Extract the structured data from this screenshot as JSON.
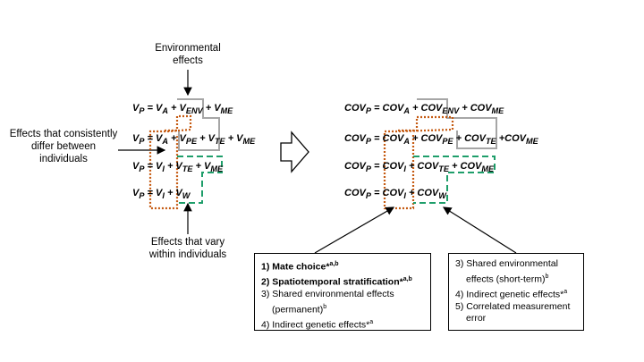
{
  "labels": {
    "environmental": "Environmental effects",
    "consistent": "Effects that consistently differ between individuals",
    "within": "Effects that vary within individuals"
  },
  "left_equations": {
    "eq1": {
      "lhs": "V",
      "lhs_sub": "P",
      "rhs": "= V",
      "a_sub": "A",
      "plus1": " + V",
      "env_sub": "ENV",
      "plus2": " + V",
      "me_sub": "ME"
    },
    "eq2": {
      "lhs": "V",
      "lhs_sub": "P",
      "rhs": "= V",
      "a_sub": "A",
      "plus1": " + V",
      "pe_sub": "PE",
      "plus2": " + V",
      "te_sub": "TE",
      "plus3": " + V",
      "me_sub": "ME"
    },
    "eq3": {
      "lhs": "V",
      "lhs_sub": "P",
      "rhs": "= V",
      "i_sub": "I",
      "plus1": " + V",
      "te_sub": "TE",
      "plus2": " + V",
      "me_sub": "ME"
    },
    "eq4": {
      "lhs": "V",
      "lhs_sub": "P",
      "rhs": "= V",
      "i_sub": "I",
      "plus1": " + V",
      "w_sub": "W"
    }
  },
  "right_equations": {
    "eq1": {
      "lhs": "COV",
      "lhs_sub": "P",
      "rhs": "= COV",
      "a_sub": "A",
      "plus1": " + COV",
      "env_sub": "ENV",
      "plus2": " + COV",
      "me_sub": "ME"
    },
    "eq2": {
      "lhs": "COV",
      "lhs_sub": "P",
      "rhs": "= COV",
      "a_sub": "A",
      "plus1": " + COV",
      "pe_sub": "PE",
      "plus2": " + COV",
      "te_sub": "TE",
      "plus3": " +COV",
      "me_sub": "ME"
    },
    "eq3": {
      "lhs": "COV",
      "lhs_sub": "P",
      "rhs": "= COV",
      "i_sub": "I",
      "plus1": " + COV",
      "te_sub": "TE",
      "plus2": " + COV",
      "me_sub": "ME"
    },
    "eq4": {
      "lhs": "COV",
      "lhs_sub": "P",
      "rhs": "= COV",
      "i_sub": "I",
      "plus1": " + COV",
      "w_sub": "W"
    }
  },
  "box_left": {
    "items": [
      {
        "text": "1)  Mate choice*",
        "sup": "a,b"
      },
      {
        "text": "2)  Spatiotemporal stratification*",
        "sup": "a,b"
      },
      {
        "text": "3)  Shared environmental effects",
        "sup": ""
      },
      {
        "text": "(permanent)",
        "sup": "b"
      },
      {
        "text": "4)  Indirect genetic effects*",
        "sup": "a"
      }
    ]
  },
  "box_right": {
    "items": [
      {
        "text": "3)  Shared environmental",
        "sup": ""
      },
      {
        "text": "effects (short-term)",
        "sup": "b"
      },
      {
        "text": "4)  Indirect genetic effects*",
        "sup": "a"
      },
      {
        "text": "5)  Correlated measurement",
        "sup": ""
      },
      {
        "text": "error",
        "sup": ""
      }
    ]
  },
  "colors": {
    "grey_box": "#a6a6a6",
    "orange_dots": "#c55a11",
    "green_dash": "#1e9e6a"
  }
}
